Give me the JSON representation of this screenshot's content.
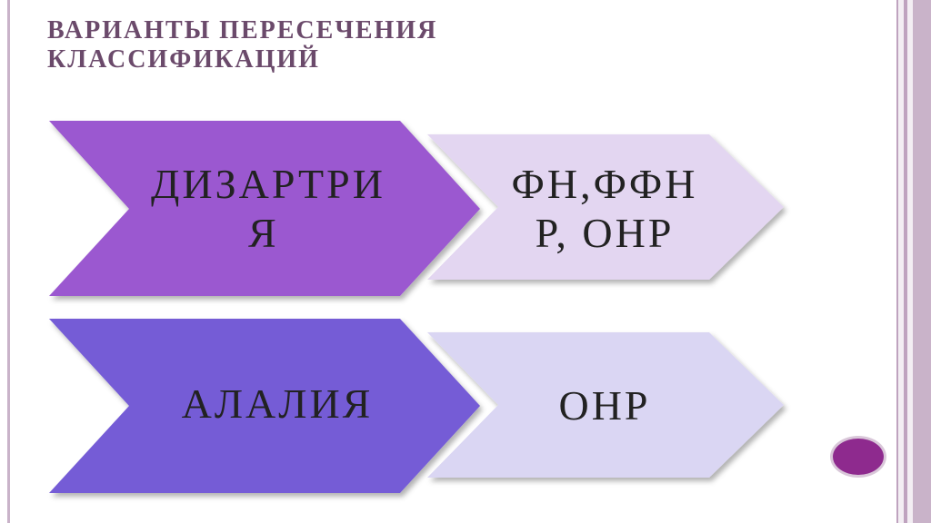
{
  "slide": {
    "title_line1": "ВАРИАНТЫ ПЕРЕСЕЧЕНИЯ",
    "title_line2": "КЛАССИФИКАЦИЙ"
  },
  "rows": [
    {
      "primary": {
        "line1": "ДИЗАРТРИ",
        "line2": "Я",
        "color": "#9b59d0"
      },
      "secondary": {
        "line1": "ФН,ФФН",
        "line2": "Р, ОНР",
        "color": "#e3d6f1"
      }
    },
    {
      "primary": {
        "text": "АЛАЛИЯ",
        "color": "#745cd6"
      },
      "secondary": {
        "text": "ОНР",
        "color": "#dad6f3"
      }
    }
  ],
  "colors": {
    "title": "#6b4a6b",
    "frame": "#bfa3bf",
    "nav_button": "#8e2a8e"
  }
}
